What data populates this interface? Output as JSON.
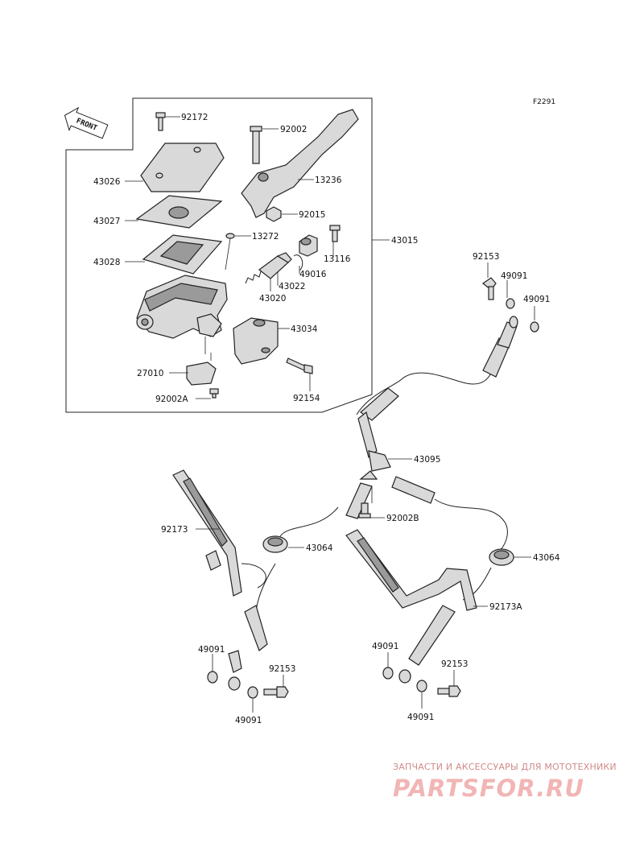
{
  "figure_code": "F2291",
  "front_label": "FRONT",
  "parts": {
    "p92172": "92172",
    "p92002": "92002",
    "p43026": "43026",
    "p13236": "13236",
    "p43027": "43027",
    "p92015": "92015",
    "p13272": "13272",
    "p43015": "43015",
    "p43028": "43028",
    "p13116": "13116",
    "p49016": "49016",
    "p43022": "43022",
    "p43020": "43020",
    "p43034": "43034",
    "p27010": "27010",
    "p92154": "92154",
    "p92002A": "92002A",
    "p92153_top": "92153",
    "p49091_top1": "49091",
    "p49091_top2": "49091",
    "p43095": "43095",
    "p92002B": "92002B",
    "p92173": "92173",
    "p43064_left": "43064",
    "p43064_right": "43064",
    "p92173A": "92173A",
    "p49091_bl1": "49091",
    "p92153_bl": "92153",
    "p49091_bl2": "49091",
    "p49091_br1": "49091",
    "p92153_br": "92153",
    "p49091_br2": "49091"
  },
  "watermark": {
    "caption": "ЗАПЧАСТИ И АКСЕССУАРЫ ДЛЯ МОТОТЕХНИКИ",
    "logo": "PARTSFOR.RU"
  },
  "colors": {
    "line": "#222222",
    "part_fill": "#d9d9d9",
    "watermark": "#f2b5b5"
  }
}
